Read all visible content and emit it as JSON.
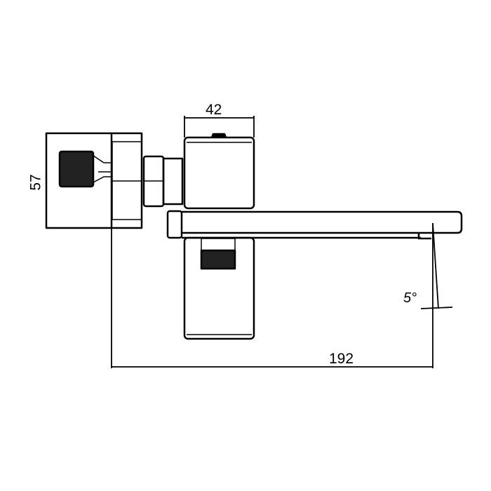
{
  "drawing": {
    "dimensions": {
      "height_label": "57",
      "body_width_label": "42",
      "projection_label": "192",
      "angle_label": "5°"
    },
    "colors": {
      "line": "#000000",
      "background": "#ffffff"
    }
  }
}
